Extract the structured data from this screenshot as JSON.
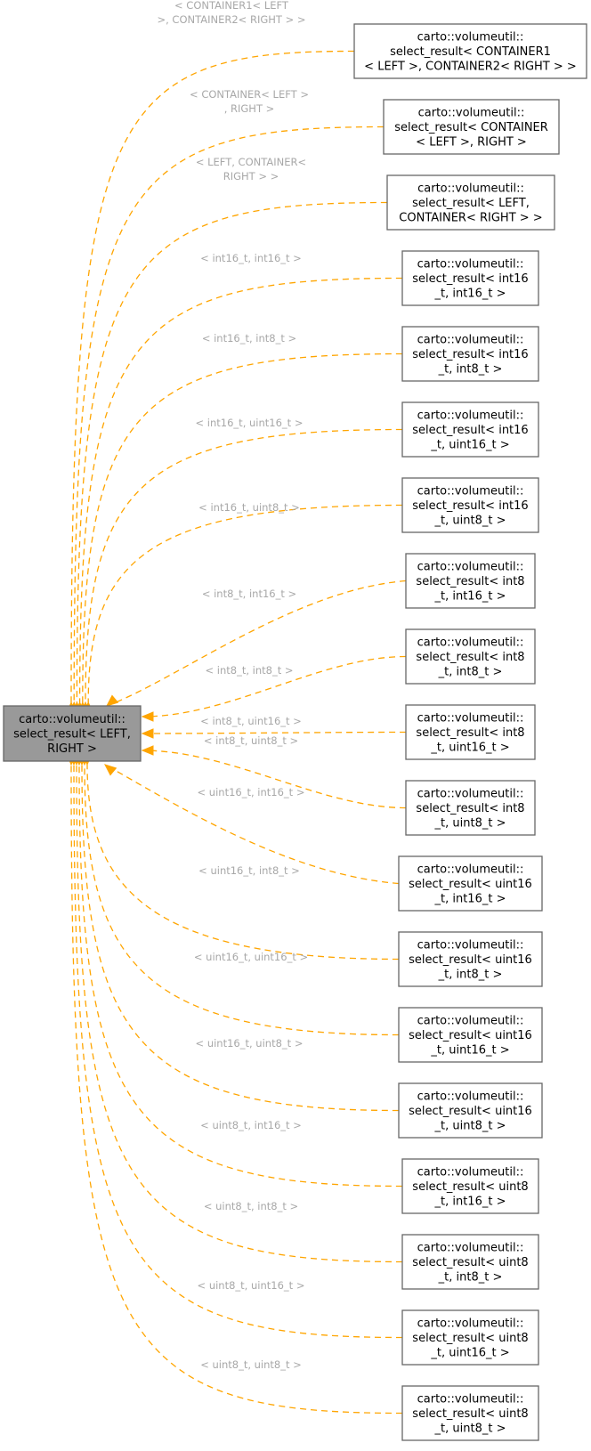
{
  "colors": {
    "edge": "#ffa500",
    "edge_label": "#a8a8a8",
    "node_fill": "#ffffff",
    "root_fill": "#999999",
    "node_border": "#666666"
  },
  "root": {
    "lines": [
      "carto::volumeutil::",
      "select_result< LEFT,",
      "RIGHT >"
    ]
  },
  "nodes": [
    {
      "lines": [
        "carto::volumeutil::",
        "select_result< CONTAINER1",
        "< LEFT >, CONTAINER2< RIGHT > >"
      ],
      "edge_label": [
        "< CONTAINER1< LEFT",
        ">, CONTAINER2< RIGHT > >"
      ]
    },
    {
      "lines": [
        "carto::volumeutil::",
        "select_result< CONTAINER",
        "< LEFT >, RIGHT >"
      ],
      "edge_label": [
        "< CONTAINER< LEFT >",
        ", RIGHT >"
      ]
    },
    {
      "lines": [
        "carto::volumeutil::",
        "select_result< LEFT,",
        "CONTAINER< RIGHT > >"
      ],
      "edge_label": [
        "< LEFT, CONTAINER<",
        "RIGHT > >"
      ]
    },
    {
      "lines": [
        "carto::volumeutil::",
        "select_result< int16",
        "_t, int16_t >"
      ],
      "edge_label": [
        "< int16_t, int16_t >"
      ]
    },
    {
      "lines": [
        "carto::volumeutil::",
        "select_result< int16",
        "_t, int8_t >"
      ],
      "edge_label": [
        "< int16_t, int8_t >"
      ]
    },
    {
      "lines": [
        "carto::volumeutil::",
        "select_result< int16",
        "_t, uint16_t >"
      ],
      "edge_label": [
        "< int16_t, uint16_t >"
      ]
    },
    {
      "lines": [
        "carto::volumeutil::",
        "select_result< int16",
        "_t, uint8_t >"
      ],
      "edge_label": [
        "< int16_t, uint8_t >"
      ]
    },
    {
      "lines": [
        "carto::volumeutil::",
        "select_result< int8",
        "_t, int16_t >"
      ],
      "edge_label": [
        "< int8_t, int16_t >"
      ]
    },
    {
      "lines": [
        "carto::volumeutil::",
        "select_result< int8",
        "_t, int8_t >"
      ],
      "edge_label": [
        "< int8_t, int8_t >"
      ]
    },
    {
      "lines": [
        "carto::volumeutil::",
        "select_result< int8",
        "_t, uint16_t >"
      ],
      "edge_label": [
        "< int8_t, uint16_t >"
      ]
    },
    {
      "lines": [
        "carto::volumeutil::",
        "select_result< int8",
        "_t, uint8_t >"
      ],
      "edge_label": [
        "< int8_t, uint8_t >"
      ]
    },
    {
      "lines": [
        "carto::volumeutil::",
        "select_result< uint16",
        "_t, int16_t >"
      ],
      "edge_label": [
        "< uint16_t, int16_t >"
      ]
    },
    {
      "lines": [
        "carto::volumeutil::",
        "select_result< uint16",
        "_t, int8_t >"
      ],
      "edge_label": [
        "< uint16_t, int8_t >"
      ]
    },
    {
      "lines": [
        "carto::volumeutil::",
        "select_result< uint16",
        "_t, uint16_t >"
      ],
      "edge_label": [
        "< uint16_t, uint16_t >"
      ]
    },
    {
      "lines": [
        "carto::volumeutil::",
        "select_result< uint16",
        "_t, uint8_t >"
      ],
      "edge_label": [
        "< uint16_t, uint8_t >"
      ]
    },
    {
      "lines": [
        "carto::volumeutil::",
        "select_result< uint8",
        "_t, int16_t >"
      ],
      "edge_label": [
        "< uint8_t, int16_t >"
      ]
    },
    {
      "lines": [
        "carto::volumeutil::",
        "select_result< uint8",
        "_t, int8_t >"
      ],
      "edge_label": [
        "< uint8_t, int8_t >"
      ]
    },
    {
      "lines": [
        "carto::volumeutil::",
        "select_result< uint8",
        "_t, uint16_t >"
      ],
      "edge_label": [
        "< uint8_t, uint16_t >"
      ]
    },
    {
      "lines": [
        "carto::volumeutil::",
        "select_result< uint8",
        "_t, uint8_t >"
      ],
      "edge_label": [
        "< uint8_t, uint8_t >"
      ]
    }
  ]
}
